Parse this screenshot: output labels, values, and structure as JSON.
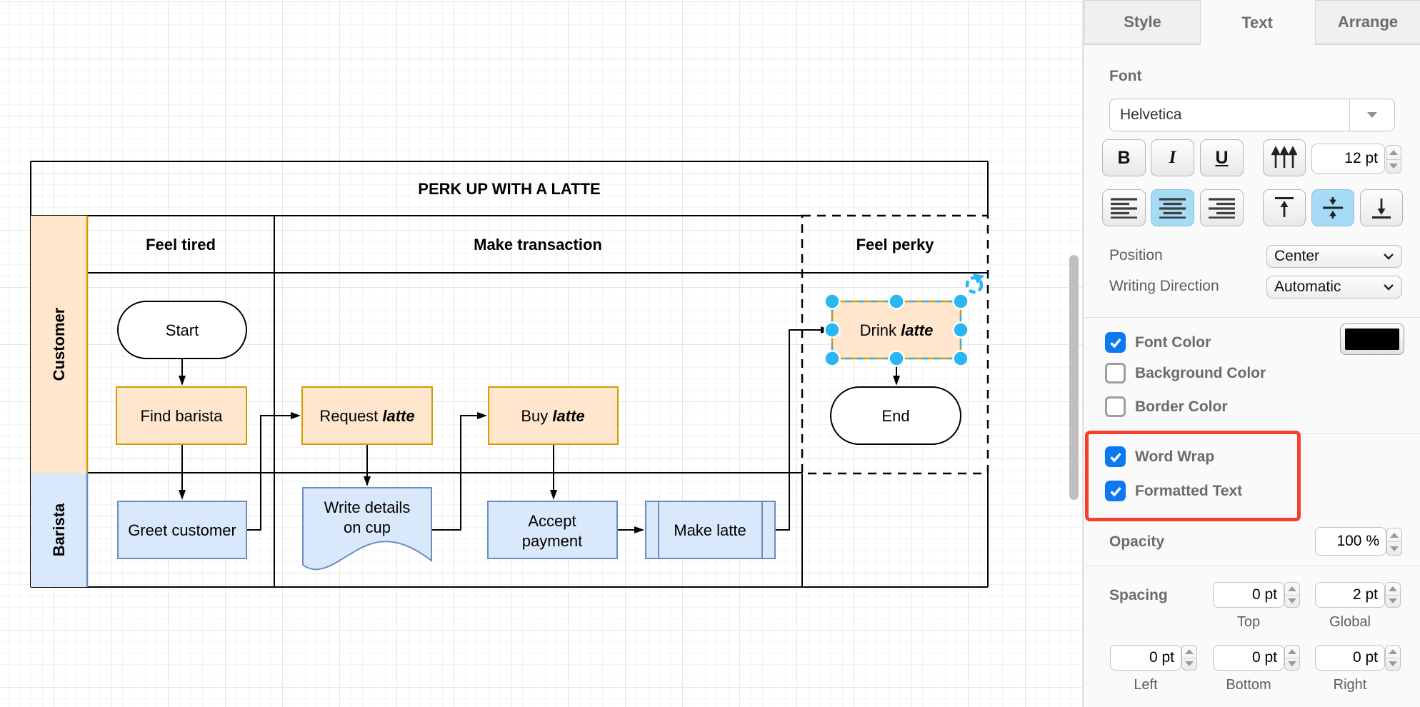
{
  "canvas": {
    "pool": {
      "title": "PERK UP WITH A LATTE",
      "lanes": [
        {
          "label": "Customer"
        },
        {
          "label": "Barista"
        }
      ],
      "phases": [
        {
          "label": "Feel tired"
        },
        {
          "label": "Make transaction"
        },
        {
          "label": "Feel perky"
        }
      ]
    },
    "nodes": {
      "start": {
        "label": "Start"
      },
      "find_barista": {
        "label": "Find barista"
      },
      "greet_customer": {
        "label": "Greet customer"
      },
      "request_latte": {
        "prefix": "Request ",
        "emphasis": "latte"
      },
      "write_details": {
        "line1": "Write details",
        "line2": "on cup"
      },
      "buy_latte": {
        "prefix": "Buy ",
        "emphasis": "latte"
      },
      "accept_payment": {
        "line1": "Accept",
        "line2": "payment"
      },
      "make_latte": {
        "label": "Make latte"
      },
      "drink_latte": {
        "prefix": "Drink ",
        "emphasis": "latte"
      },
      "end": {
        "label": "End"
      }
    },
    "colors": {
      "orange_fill": "#FFE6CC",
      "orange_stroke": "#D79B00",
      "blue_fill": "#DAE8FC",
      "blue_stroke": "#6C8EBF",
      "selection_handle": "#29B6F2",
      "annotation_red": "#F4402E"
    }
  },
  "panel": {
    "tabs": [
      {
        "label": "Style"
      },
      {
        "label": "Text"
      },
      {
        "label": "Arrange"
      }
    ],
    "active_tab": "Text",
    "font": {
      "section_label": "Font",
      "family": "Helvetica",
      "bold_label": "B",
      "italic_label": "I",
      "underline_label": "U",
      "size_value": "12 pt"
    },
    "position": {
      "label": "Position",
      "value": "Center"
    },
    "writing_direction": {
      "label": "Writing Direction",
      "value": "Automatic"
    },
    "font_color": {
      "label": "Font Color",
      "checked": true,
      "swatch": "#000000"
    },
    "background_color": {
      "label": "Background Color",
      "checked": false
    },
    "border_color": {
      "label": "Border Color",
      "checked": false
    },
    "word_wrap": {
      "label": "Word Wrap",
      "checked": true
    },
    "formatted_text": {
      "label": "Formatted Text",
      "checked": true
    },
    "opacity": {
      "label": "Opacity",
      "value": "100 %"
    },
    "spacing": {
      "label": "Spacing",
      "fields": [
        {
          "value": "0 pt",
          "label": "Top"
        },
        {
          "value": "2 pt",
          "label": "Global"
        },
        {
          "value": "0 pt",
          "label": "Left"
        },
        {
          "value": "0 pt",
          "label": "Bottom"
        },
        {
          "value": "0 pt",
          "label": "Right"
        }
      ]
    }
  }
}
